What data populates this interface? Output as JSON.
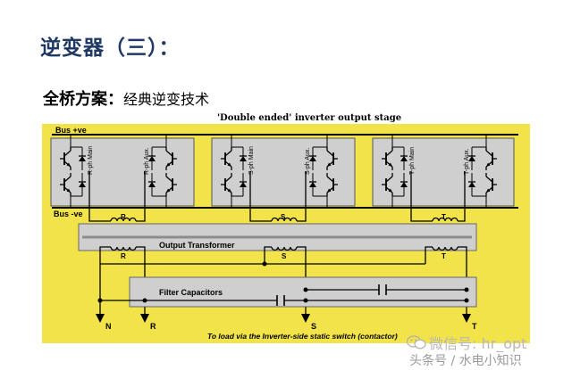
{
  "slide": {
    "title": "逆变器（三）：",
    "subtitle_bold": "全桥方案：",
    "subtitle_text": "经典逆变技术"
  },
  "diagram": {
    "caption": "'Double ended' inverter output stage",
    "bus_pos": "Bus +ve",
    "bus_neg": "Bus -ve",
    "phases": [
      {
        "main": "R-ph Main",
        "aux": "R-ph Aux.",
        "winding": "R",
        "secondary": "R"
      },
      {
        "main": "S-ph Main",
        "aux": "S-ph Aux.",
        "winding": "S",
        "secondary": "S"
      },
      {
        "main": "T-ph Main",
        "aux": "T-ph Aux.",
        "winding": "T",
        "secondary": "T"
      }
    ],
    "output_transformer": "Output Transformer",
    "filter_capacitors": "Filter Capacitors",
    "outputs": [
      "N",
      "R",
      "S",
      "T"
    ],
    "load_note": "To load via the Inverter-side static switch (contactor)",
    "colors": {
      "background": "#f2e34a",
      "panel": "#cfcfcf",
      "panel_dark": "#8c8c8c",
      "line": "#000000",
      "title": "#1f3864"
    }
  },
  "watermark": {
    "line1": "微信号: hr_opt",
    "line2": "头条号 / 水电小知识",
    "icon": "wechat-icon"
  }
}
